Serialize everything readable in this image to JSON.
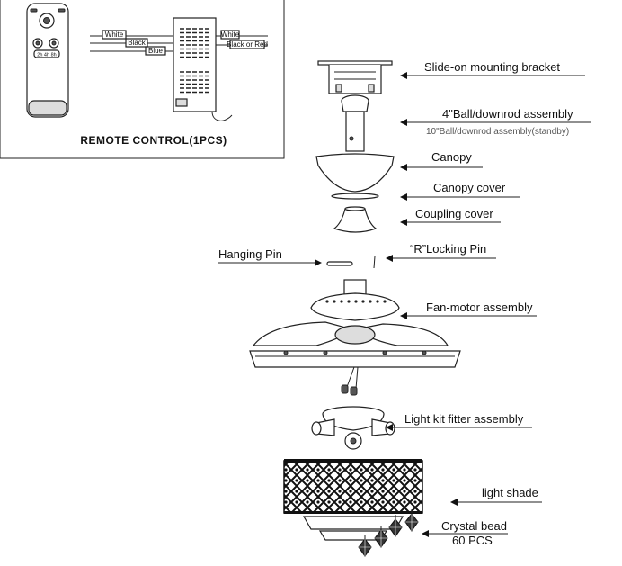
{
  "remote_box": {
    "title": "REMOTE CONTROL(1PCS)",
    "wire_white_left": "White",
    "wire_black": "Black",
    "wire_blue": "Blue",
    "wire_white_right": "White",
    "wire_black_or_red": "Black or Red",
    "remote_button_text": "2h 4h 8h"
  },
  "parts": {
    "bracket": "Slide-on mounting bracket",
    "downrod": "4\"Ball/downrod assembly",
    "downrod_standby": "10\"Ball/downrod assembly(standby)",
    "canopy": "Canopy",
    "canopy_cover": "Canopy cover",
    "coupling_cover": "Coupling cover",
    "hanging_pin": "Hanging Pin",
    "locking_pin": "“R”Locking Pin",
    "fan_motor": "Fan-motor assembly",
    "light_kit": "Light kit fitter assembly",
    "light_shade": "light shade",
    "crystal_bead": "Crystal bead",
    "crystal_count": "60 PCS"
  }
}
